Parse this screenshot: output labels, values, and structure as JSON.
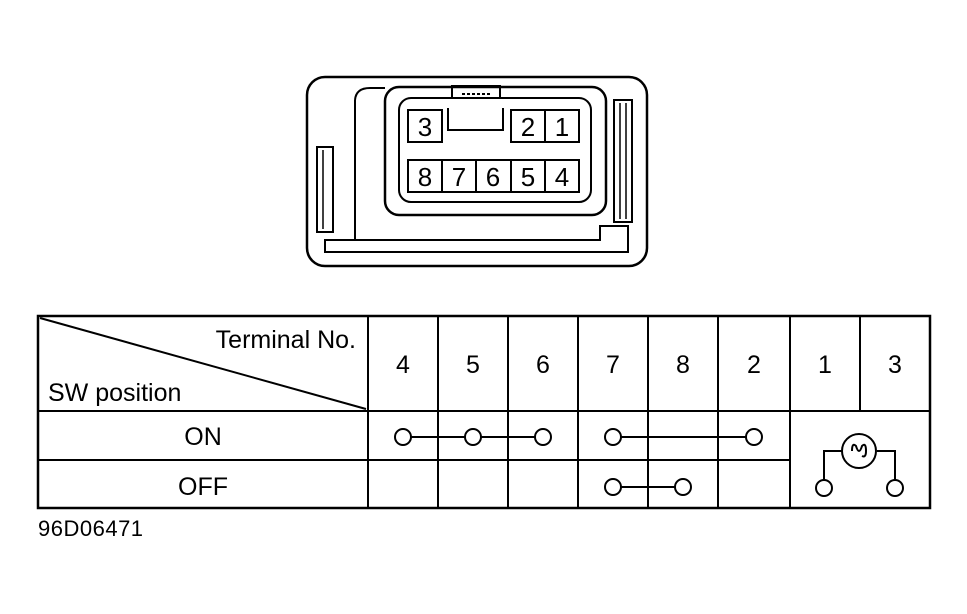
{
  "connector": {
    "top_row": [
      "3",
      "2",
      "1"
    ],
    "bottom_row": [
      "8",
      "7",
      "6",
      "5",
      "4"
    ]
  },
  "table": {
    "header_terminal": "Terminal No.",
    "header_sw": "SW position",
    "terminals": [
      "4",
      "5",
      "6",
      "7",
      "8",
      "2",
      "1",
      "3"
    ],
    "rows": [
      {
        "label": "ON"
      },
      {
        "label": "OFF"
      }
    ]
  },
  "caption": "96D06471"
}
